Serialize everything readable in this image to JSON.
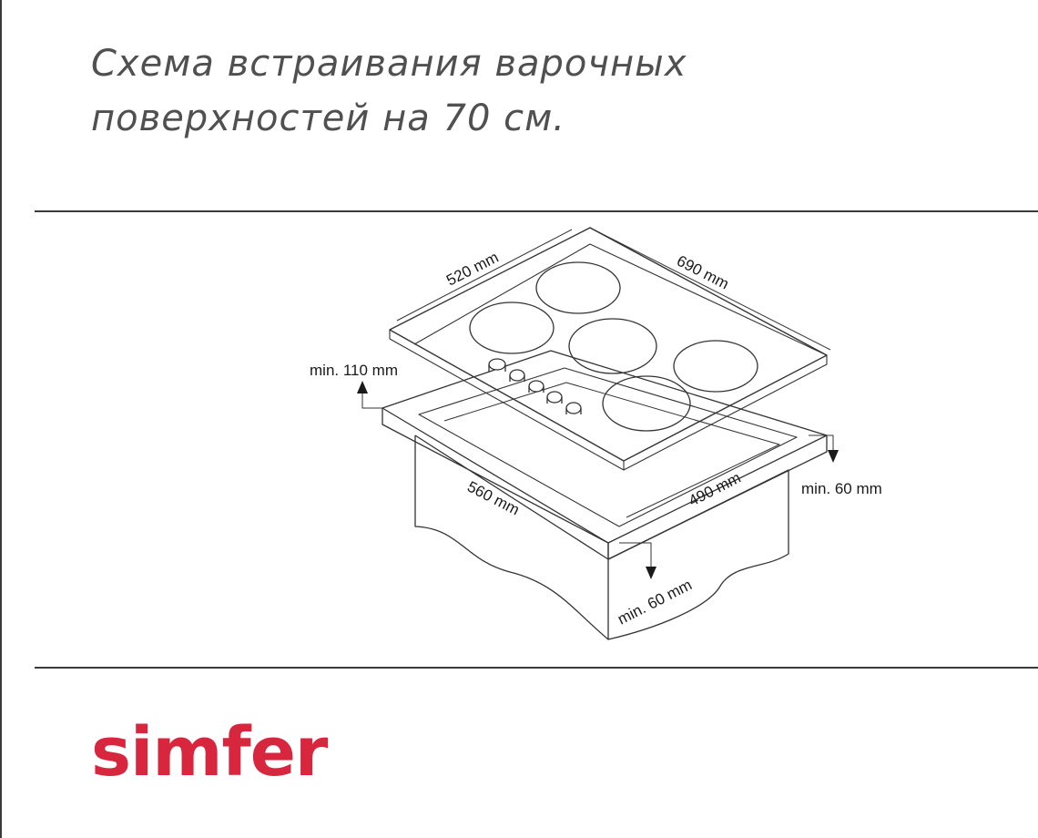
{
  "title": {
    "line1": "Схема встраивания варочных",
    "line2": "поверхностей на 70 см."
  },
  "dimensions": {
    "hob_depth": "520 mm",
    "hob_width": "690 mm",
    "cutout_width": "560 mm",
    "cutout_depth": "490 mm",
    "clearance_back": "min. 110 mm",
    "clearance_side": "min. 60 mm",
    "clearance_front": "min. 60 mm"
  },
  "brand": {
    "name": "simfer",
    "color": "#d7263d"
  }
}
